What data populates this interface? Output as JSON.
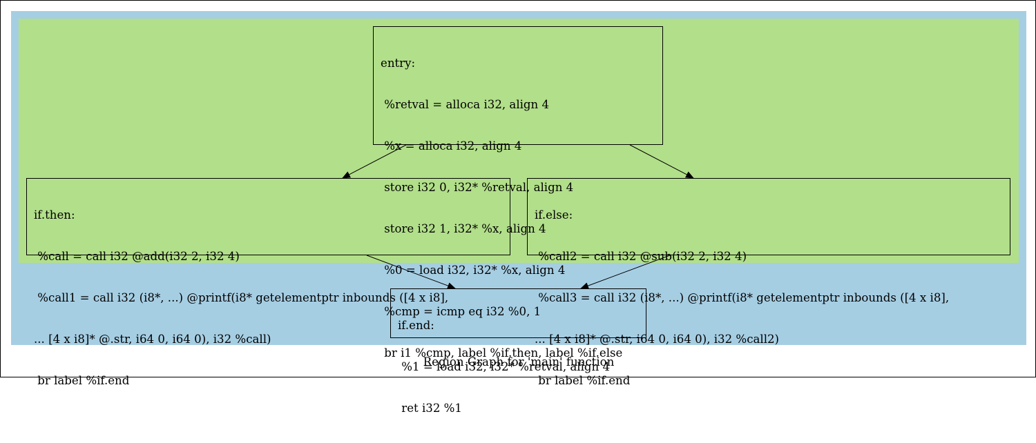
{
  "caption": "Region Graph for 'main' function",
  "colors": {
    "outer_region": "#a6cee3",
    "inner_region": "#b2df8a",
    "edge": "#000000"
  },
  "nodes": {
    "entry": {
      "label": "entry:",
      "lines": [
        " %retval = alloca i32, align 4",
        " %x = alloca i32, align 4",
        " store i32 0, i32* %retval, align 4",
        " store i32 1, i32* %x, align 4",
        " %0 = load i32, i32* %x, align 4",
        " %cmp = icmp eq i32 %0, 1",
        " br i1 %cmp, label %if.then, label %if.else"
      ]
    },
    "if_then": {
      "label": "if.then:",
      "lines": [
        " %call = call i32 @add(i32 2, i32 4)",
        " %call1 = call i32 (i8*, ...) @printf(i8* getelementptr inbounds ([4 x i8],",
        "... [4 x i8]* @.str, i64 0, i64 0), i32 %call)",
        " br label %if.end"
      ]
    },
    "if_else": {
      "label": "if.else:",
      "lines": [
        " %call2 = call i32 @sub(i32 2, i32 4)",
        " %call3 = call i32 (i8*, ...) @printf(i8* getelementptr inbounds ([4 x i8],",
        "... [4 x i8]* @.str, i64 0, i64 0), i32 %call2)",
        " br label %if.end"
      ]
    },
    "if_end": {
      "label": "if.end:",
      "lines": [
        " %1 = load i32, i32* %retval, align 4",
        " ret i32 %1"
      ]
    }
  },
  "edges": [
    {
      "from": "entry",
      "to": "if.then"
    },
    {
      "from": "entry",
      "to": "if.else"
    },
    {
      "from": "if.then",
      "to": "if.end"
    },
    {
      "from": "if.else",
      "to": "if.end"
    }
  ]
}
